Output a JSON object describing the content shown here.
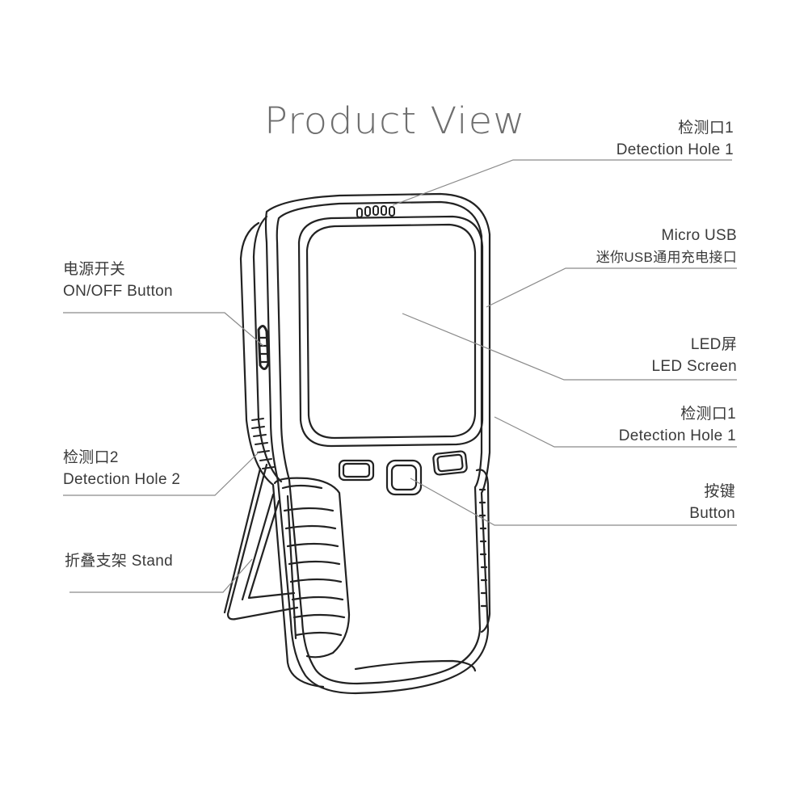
{
  "diagram": {
    "title": "Product View",
    "callouts": {
      "detection_hole_1_top": {
        "zh": "检测口1",
        "en": "Detection Hole 1"
      },
      "micro_usb": {
        "zh": "迷你USB通用充电接口",
        "en": "Micro USB"
      },
      "led_screen": {
        "zh": "LED屏",
        "en": "LED Screen"
      },
      "detection_hole_1_side": {
        "zh": "检测口1",
        "en": "Detection Hole 1"
      },
      "button": {
        "zh": "按键",
        "en": "Button"
      },
      "on_off": {
        "zh": "电源开关",
        "en": "ON/OFF Button"
      },
      "detection_hole_2": {
        "zh": "检测口2",
        "en": "Detection Hole 2"
      },
      "stand": {
        "zh": "折叠支架",
        "en": "Stand"
      }
    },
    "colors": {
      "line": "#222222",
      "leader": "#8a8a8a",
      "text": "#3a3a3a",
      "title": "#6e6e6e"
    }
  }
}
